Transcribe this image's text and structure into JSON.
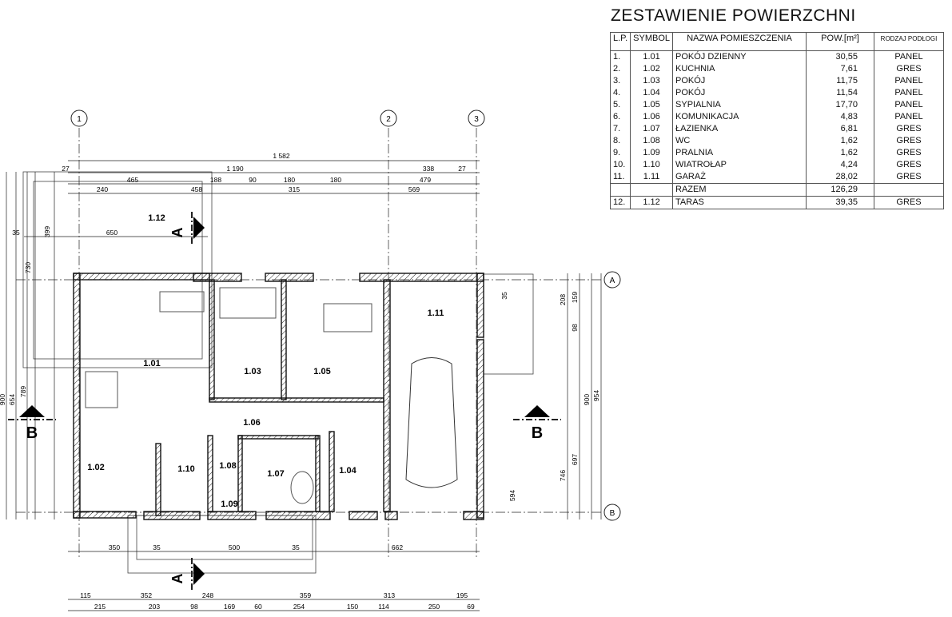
{
  "title": "ZESTAWIENIE POWIERZCHNI",
  "table": {
    "headers": [
      "L.P.",
      "SYMBOL",
      "NAZWA POMIESZCZENIA",
      "POW.[m²]",
      "RODZAJ PODŁOGI"
    ],
    "rows": [
      {
        "lp": "1.",
        "symbol": "1.01",
        "name": "POKÓJ DZIENNY",
        "area": "30,55",
        "floor": "PANEL"
      },
      {
        "lp": "2.",
        "symbol": "1.02",
        "name": "KUCHNIA",
        "area": "7,61",
        "floor": "GRES"
      },
      {
        "lp": "3.",
        "symbol": "1.03",
        "name": "POKÓJ",
        "area": "11,75",
        "floor": "PANEL"
      },
      {
        "lp": "4.",
        "symbol": "1.04",
        "name": "POKÓJ",
        "area": "11,54",
        "floor": "PANEL"
      },
      {
        "lp": "5.",
        "symbol": "1.05",
        "name": "SYPIALNIA",
        "area": "17,70",
        "floor": "PANEL"
      },
      {
        "lp": "6.",
        "symbol": "1.06",
        "name": "KOMUNIKACJA",
        "area": "4,83",
        "floor": "PANEL"
      },
      {
        "lp": "7.",
        "symbol": "1.07",
        "name": "ŁAZIENKA",
        "area": "6,81",
        "floor": "GRES"
      },
      {
        "lp": "8.",
        "symbol": "1.08",
        "name": "WC",
        "area": "1,62",
        "floor": "GRES"
      },
      {
        "lp": "9.",
        "symbol": "1.09",
        "name": "PRALNIA",
        "area": "1,62",
        "floor": "GRES"
      },
      {
        "lp": "10.",
        "symbol": "1.10",
        "name": "WIATROŁAP",
        "area": "4,24",
        "floor": "GRES"
      },
      {
        "lp": "11.",
        "symbol": "1.11",
        "name": "GARAŻ",
        "area": "28,02",
        "floor": "GRES"
      }
    ],
    "total": {
      "label": "RAZEM",
      "area": "126,29"
    },
    "extra": {
      "lp": "12.",
      "symbol": "1.12",
      "name": "TARAS",
      "area": "39,35",
      "floor": "GRES"
    }
  },
  "plan": {
    "axes": [
      "1",
      "2",
      "3",
      "A",
      "B"
    ],
    "sections": [
      "A",
      "A",
      "B",
      "B"
    ],
    "rooms": [
      "1.01",
      "1.02",
      "1.03",
      "1.04",
      "1.05",
      "1.06",
      "1.07",
      "1.08",
      "1.09",
      "1.10",
      "1.11",
      "1.12"
    ],
    "dims": [
      "1 582",
      "27",
      "1 190",
      "338",
      "27",
      "465",
      "188",
      "90",
      "180",
      "180",
      "479",
      "240",
      "458",
      "315",
      "569",
      "650",
      "35",
      "350",
      "35",
      "500",
      "35",
      "662",
      "115",
      "352",
      "248",
      "359",
      "313",
      "195",
      "215",
      "203",
      "98",
      "169",
      "60",
      "254",
      "150",
      "114",
      "250",
      "69",
      "746",
      "697",
      "900",
      "954",
      "208",
      "159",
      "98",
      "900",
      "654",
      "789",
      "730",
      "399",
      "35",
      "594"
    ]
  }
}
